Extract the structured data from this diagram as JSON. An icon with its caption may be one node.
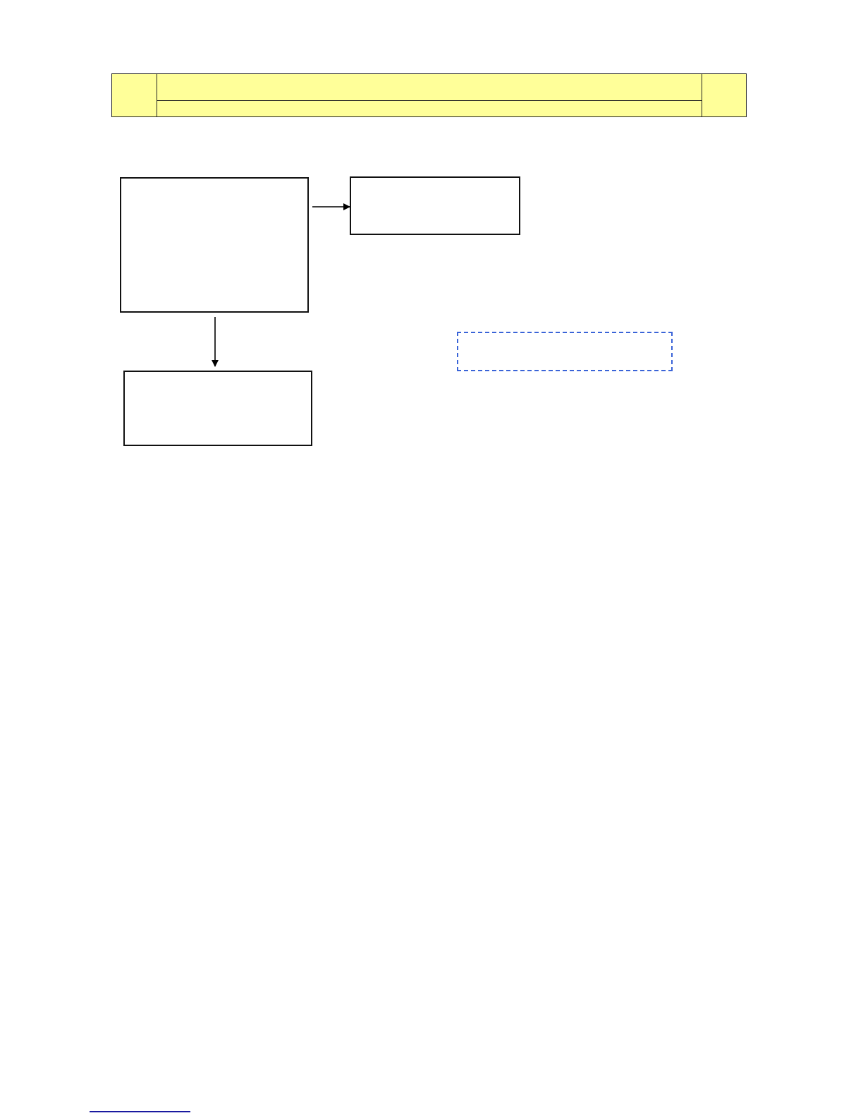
{
  "diagram": {
    "nodes": [
      {
        "text": [],
        "shape": "box"
      },
      {
        "text": [],
        "shape": "box"
      },
      {
        "text": [],
        "shape": "box"
      },
      {
        "text": [],
        "shape": "box"
      }
    ],
    "edges": [
      {
        "from": 0,
        "to": 1,
        "arrow": "to"
      },
      {
        "from": 0,
        "to": 2,
        "arrow": "to"
      }
    ]
  }
}
